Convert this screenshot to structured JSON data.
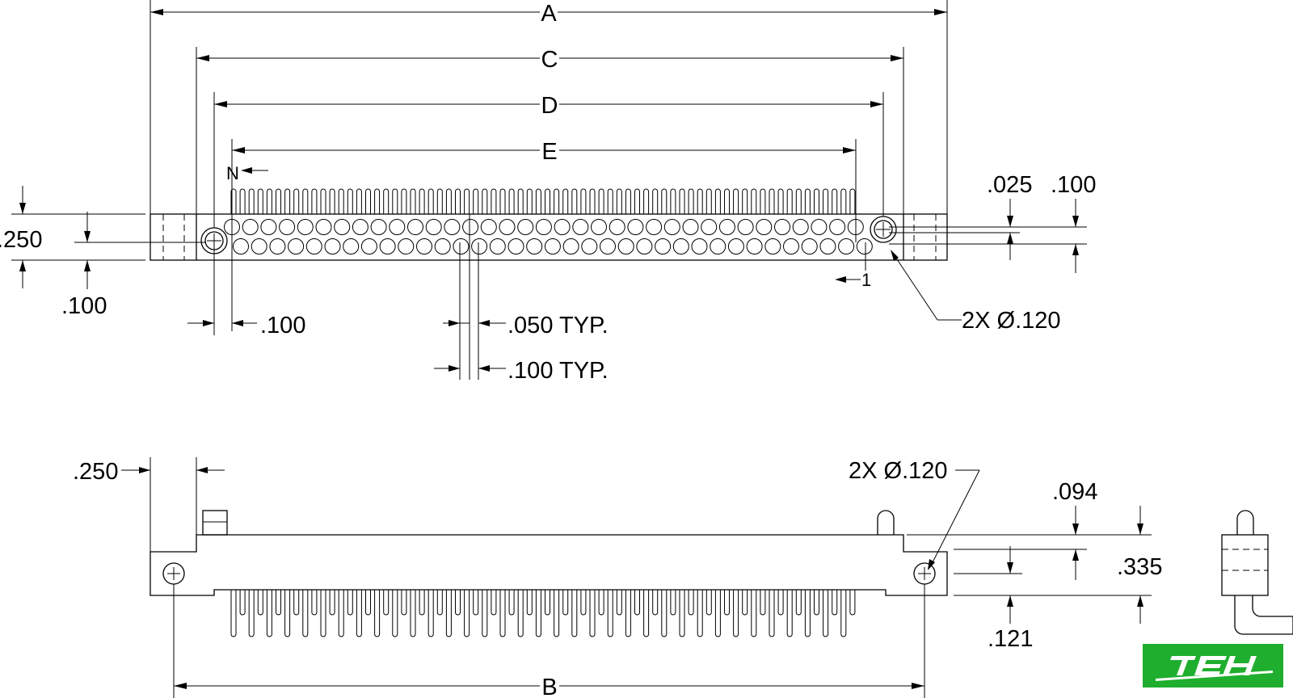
{
  "top_view": {
    "dim_A": "A",
    "dim_C": "C",
    "dim_D": "D",
    "dim_E": "E",
    "pin_N": "N",
    "pin_1": "1",
    "dim_250": ".250",
    "dim_100_left": ".100",
    "dim_100_pitch": ".100",
    "dim_050": ".050 TYP.",
    "dim_100_typ": ".100 TYP.",
    "dim_025": ".025",
    "dim_100_right": ".100",
    "hole_callout": "2X Ø.120"
  },
  "side_view": {
    "dim_250": ".250",
    "hole_callout": "2X Ø.120",
    "dim_094": ".094",
    "dim_335": ".335",
    "dim_121": ".121",
    "dim_B": "B"
  },
  "logo": {
    "text": "TEH",
    "color": "#1fae2e"
  }
}
